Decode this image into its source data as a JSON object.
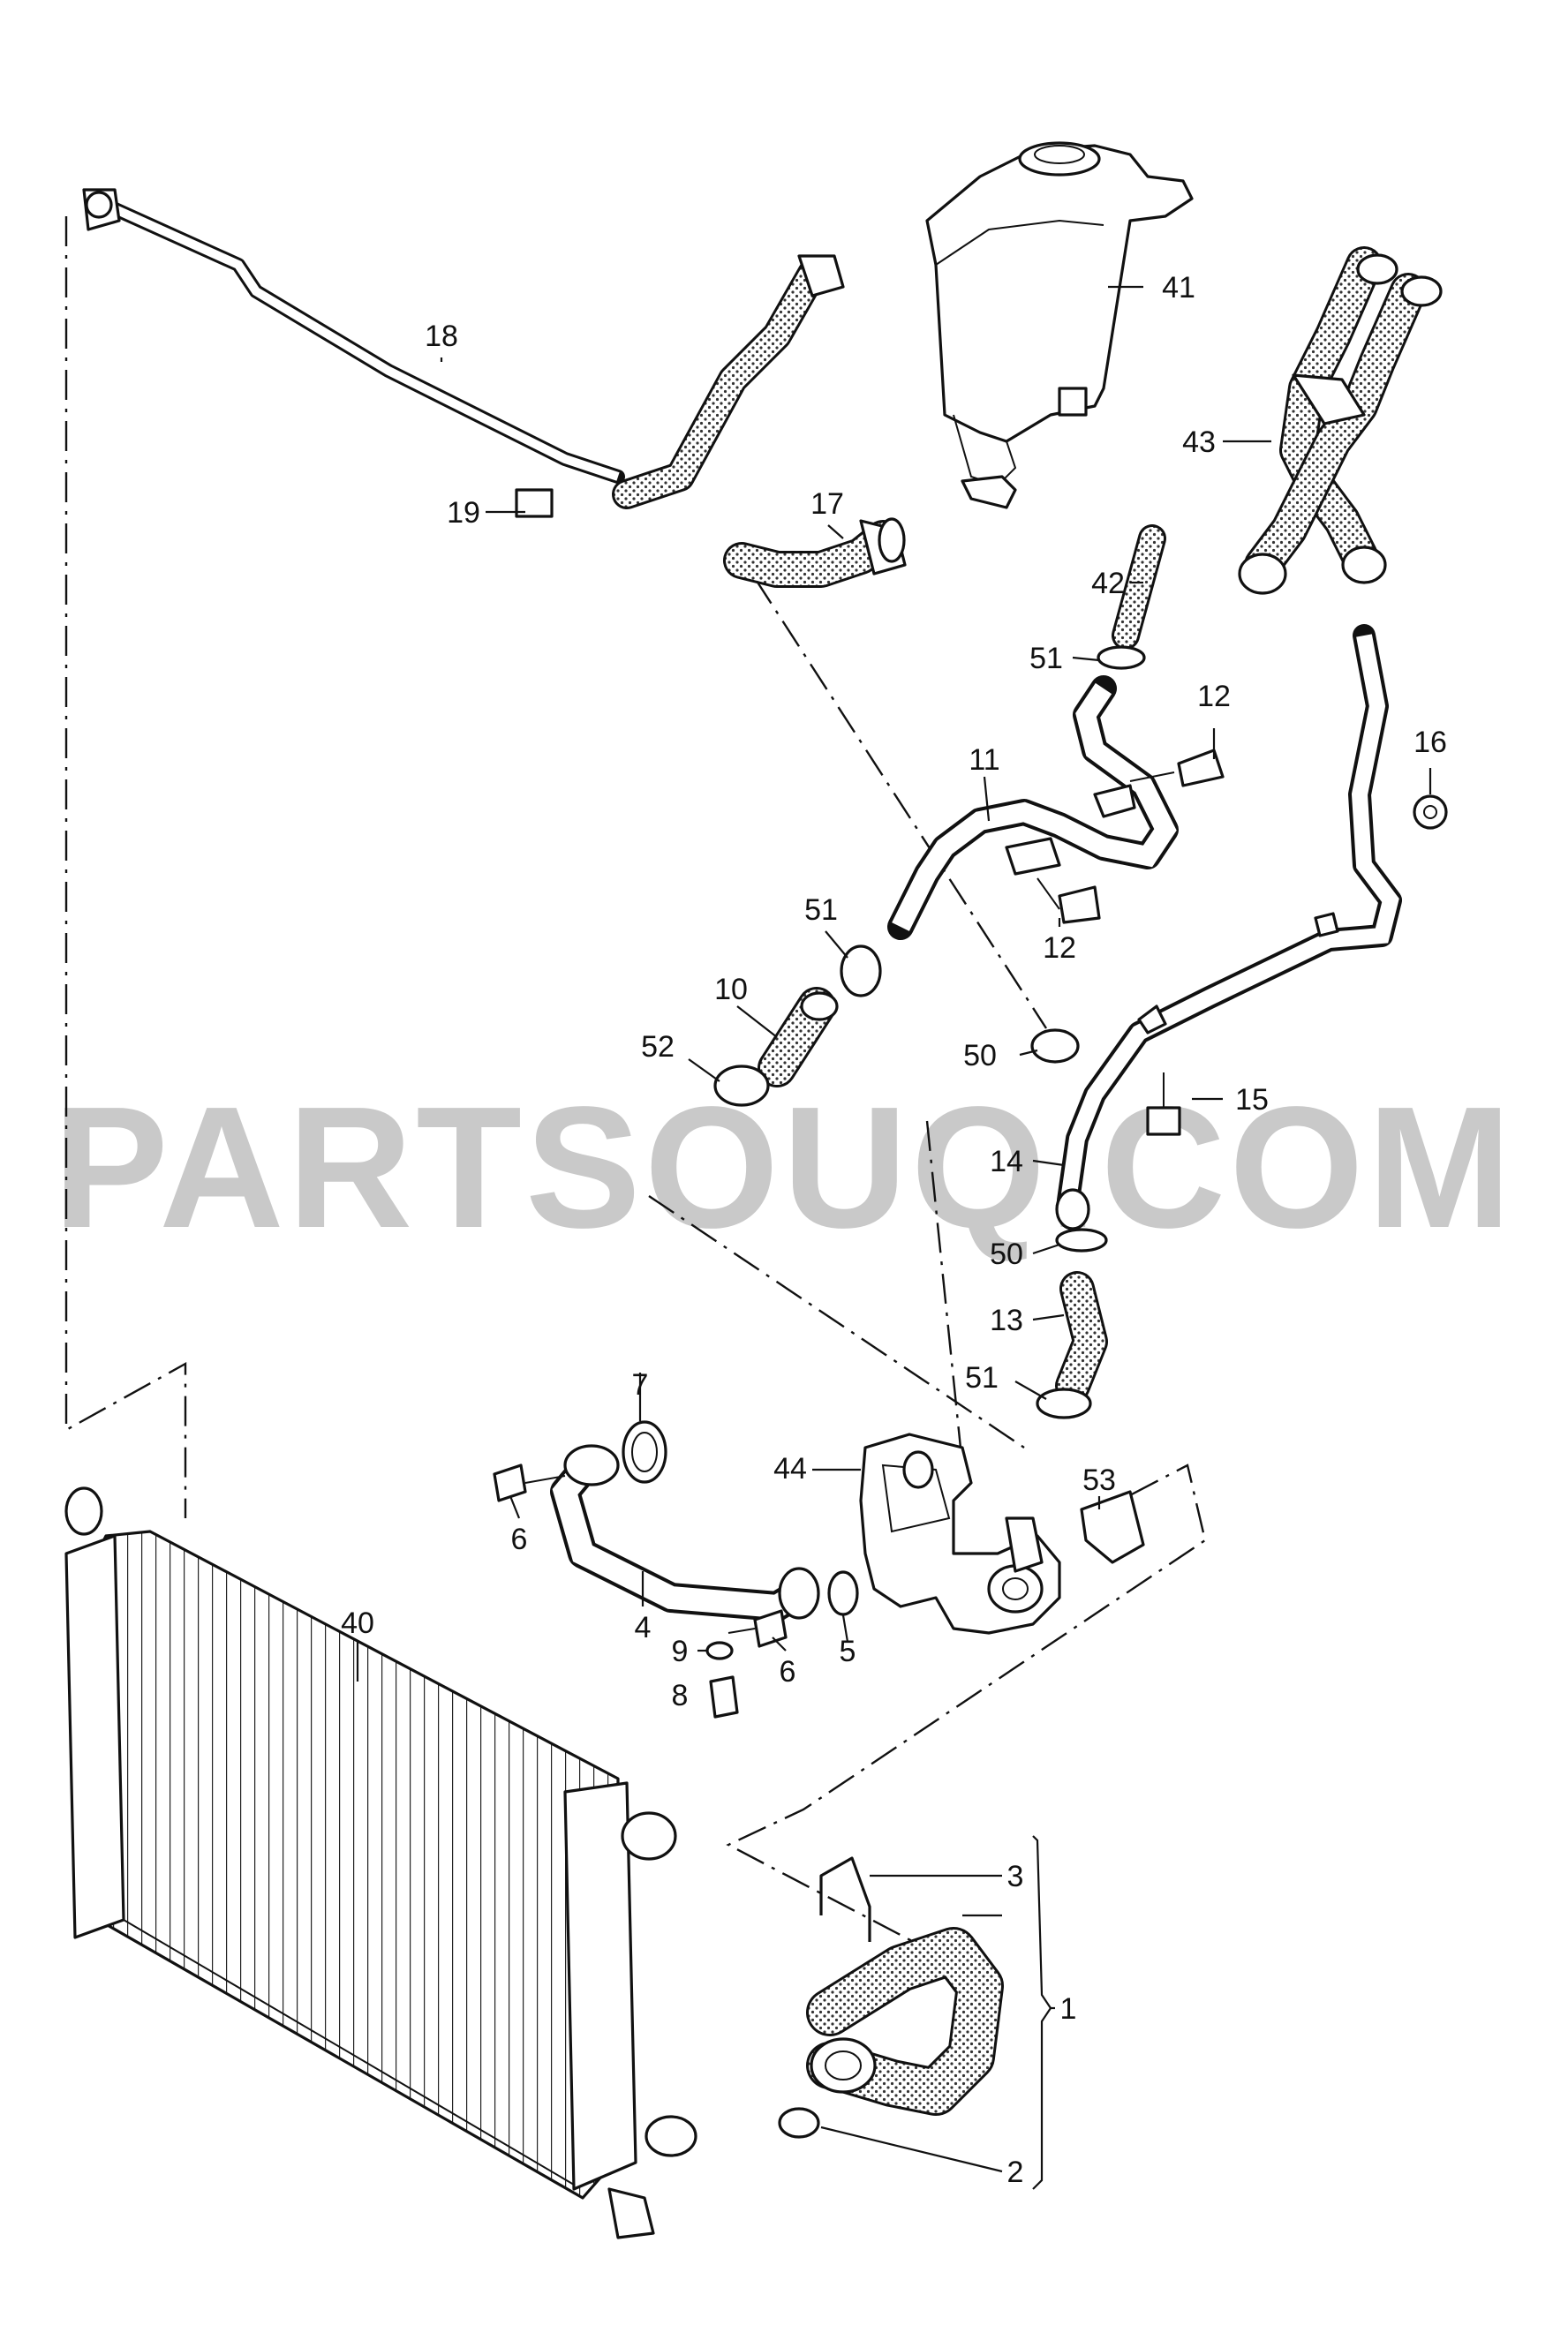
{
  "watermark": "PARTSOUQ.COM",
  "callouts": [
    {
      "label": "18"
    },
    {
      "label": "19"
    },
    {
      "label": "17"
    },
    {
      "label": "41"
    },
    {
      "label": "43"
    },
    {
      "label": "42"
    },
    {
      "label": "51"
    },
    {
      "label": "12"
    },
    {
      "label": "11"
    },
    {
      "label": "16"
    },
    {
      "label": "51"
    },
    {
      "label": "12"
    },
    {
      "label": "10"
    },
    {
      "label": "52"
    },
    {
      "label": "50"
    },
    {
      "label": "15"
    },
    {
      "label": "14"
    },
    {
      "label": "50"
    },
    {
      "label": "13"
    },
    {
      "label": "51"
    },
    {
      "label": "7"
    },
    {
      "label": "44"
    },
    {
      "label": "53"
    },
    {
      "label": "6"
    },
    {
      "label": "4"
    },
    {
      "label": "9"
    },
    {
      "label": "6"
    },
    {
      "label": "5"
    },
    {
      "label": "8"
    },
    {
      "label": "40"
    },
    {
      "label": "3"
    },
    {
      "label": "1"
    },
    {
      "label": "2"
    }
  ]
}
